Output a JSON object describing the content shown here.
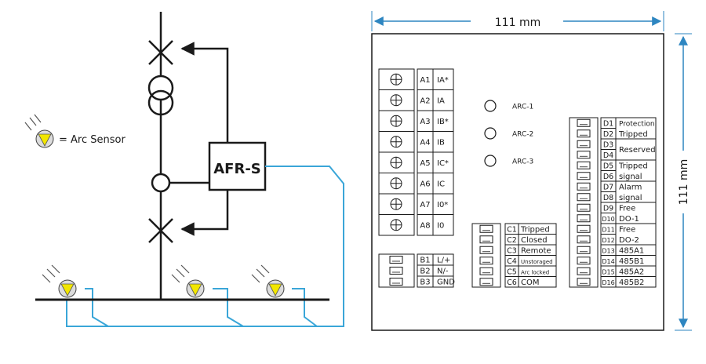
{
  "legend": {
    "label": "= Arc Sensor"
  },
  "device": {
    "name": "AFR-S"
  },
  "dimensions": {
    "width": "111 mm",
    "height": "111 mm"
  },
  "colors": {
    "line": "#1a1a1a",
    "fiber": "#3aa6d8",
    "sensor": "#f2e600",
    "dimension": "#2e86c1"
  },
  "ct_terminals": [
    {
      "code": "A1",
      "label": "IA*"
    },
    {
      "code": "A2",
      "label": "IA"
    },
    {
      "code": "A3",
      "label": "IB*"
    },
    {
      "code": "A4",
      "label": "IB"
    },
    {
      "code": "A5",
      "label": "IC*"
    },
    {
      "code": "A6",
      "label": "IC"
    },
    {
      "code": "A7",
      "label": "I0*"
    },
    {
      "code": "A8",
      "label": "I0"
    }
  ],
  "power_terminals": [
    {
      "code": "B1",
      "label": "L/+"
    },
    {
      "code": "B2",
      "label": "N/-"
    },
    {
      "code": "B3",
      "label": "GND"
    }
  ],
  "arc_ports": [
    "ARC-1",
    "ARC-2",
    "ARC-3"
  ],
  "c_terminals": [
    {
      "code": "C1",
      "label": "Tripped"
    },
    {
      "code": "C2",
      "label": "Closed"
    },
    {
      "code": "C3",
      "label": "Remote"
    },
    {
      "code": "C4",
      "label": "Unstoraged"
    },
    {
      "code": "C5",
      "label": "Arc locked"
    },
    {
      "code": "C6",
      "label": "COM"
    }
  ],
  "d_terminals": [
    "D1",
    "D2",
    "D3",
    "D4",
    "D5",
    "D6",
    "D7",
    "D8",
    "D9",
    "D10",
    "D11",
    "D12",
    "D13",
    "D14",
    "D15",
    "D16"
  ],
  "d_labels": [
    {
      "row": 0,
      "span": 1,
      "text": "Protection"
    },
    {
      "row": 1,
      "span": 1,
      "text": "Tripped"
    },
    {
      "row": 2,
      "span": 2,
      "text": "Reserved"
    },
    {
      "row": 4,
      "span": 1,
      "text": "Tripped"
    },
    {
      "row": 5,
      "span": 1,
      "text": "signal"
    },
    {
      "row": 6,
      "span": 1,
      "text": "Alarm"
    },
    {
      "row": 7,
      "span": 1,
      "text": "signal"
    },
    {
      "row": 8,
      "span": 1,
      "text": "Free"
    },
    {
      "row": 9,
      "span": 1,
      "text": "DO-1"
    },
    {
      "row": 10,
      "span": 1,
      "text": "Free"
    },
    {
      "row": 11,
      "span": 1,
      "text": "DO-2"
    },
    {
      "row": 12,
      "span": 1,
      "text": "485A1"
    },
    {
      "row": 13,
      "span": 1,
      "text": "485B1"
    },
    {
      "row": 14,
      "span": 1,
      "text": "485A2"
    },
    {
      "row": 15,
      "span": 1,
      "text": "485B2"
    }
  ]
}
